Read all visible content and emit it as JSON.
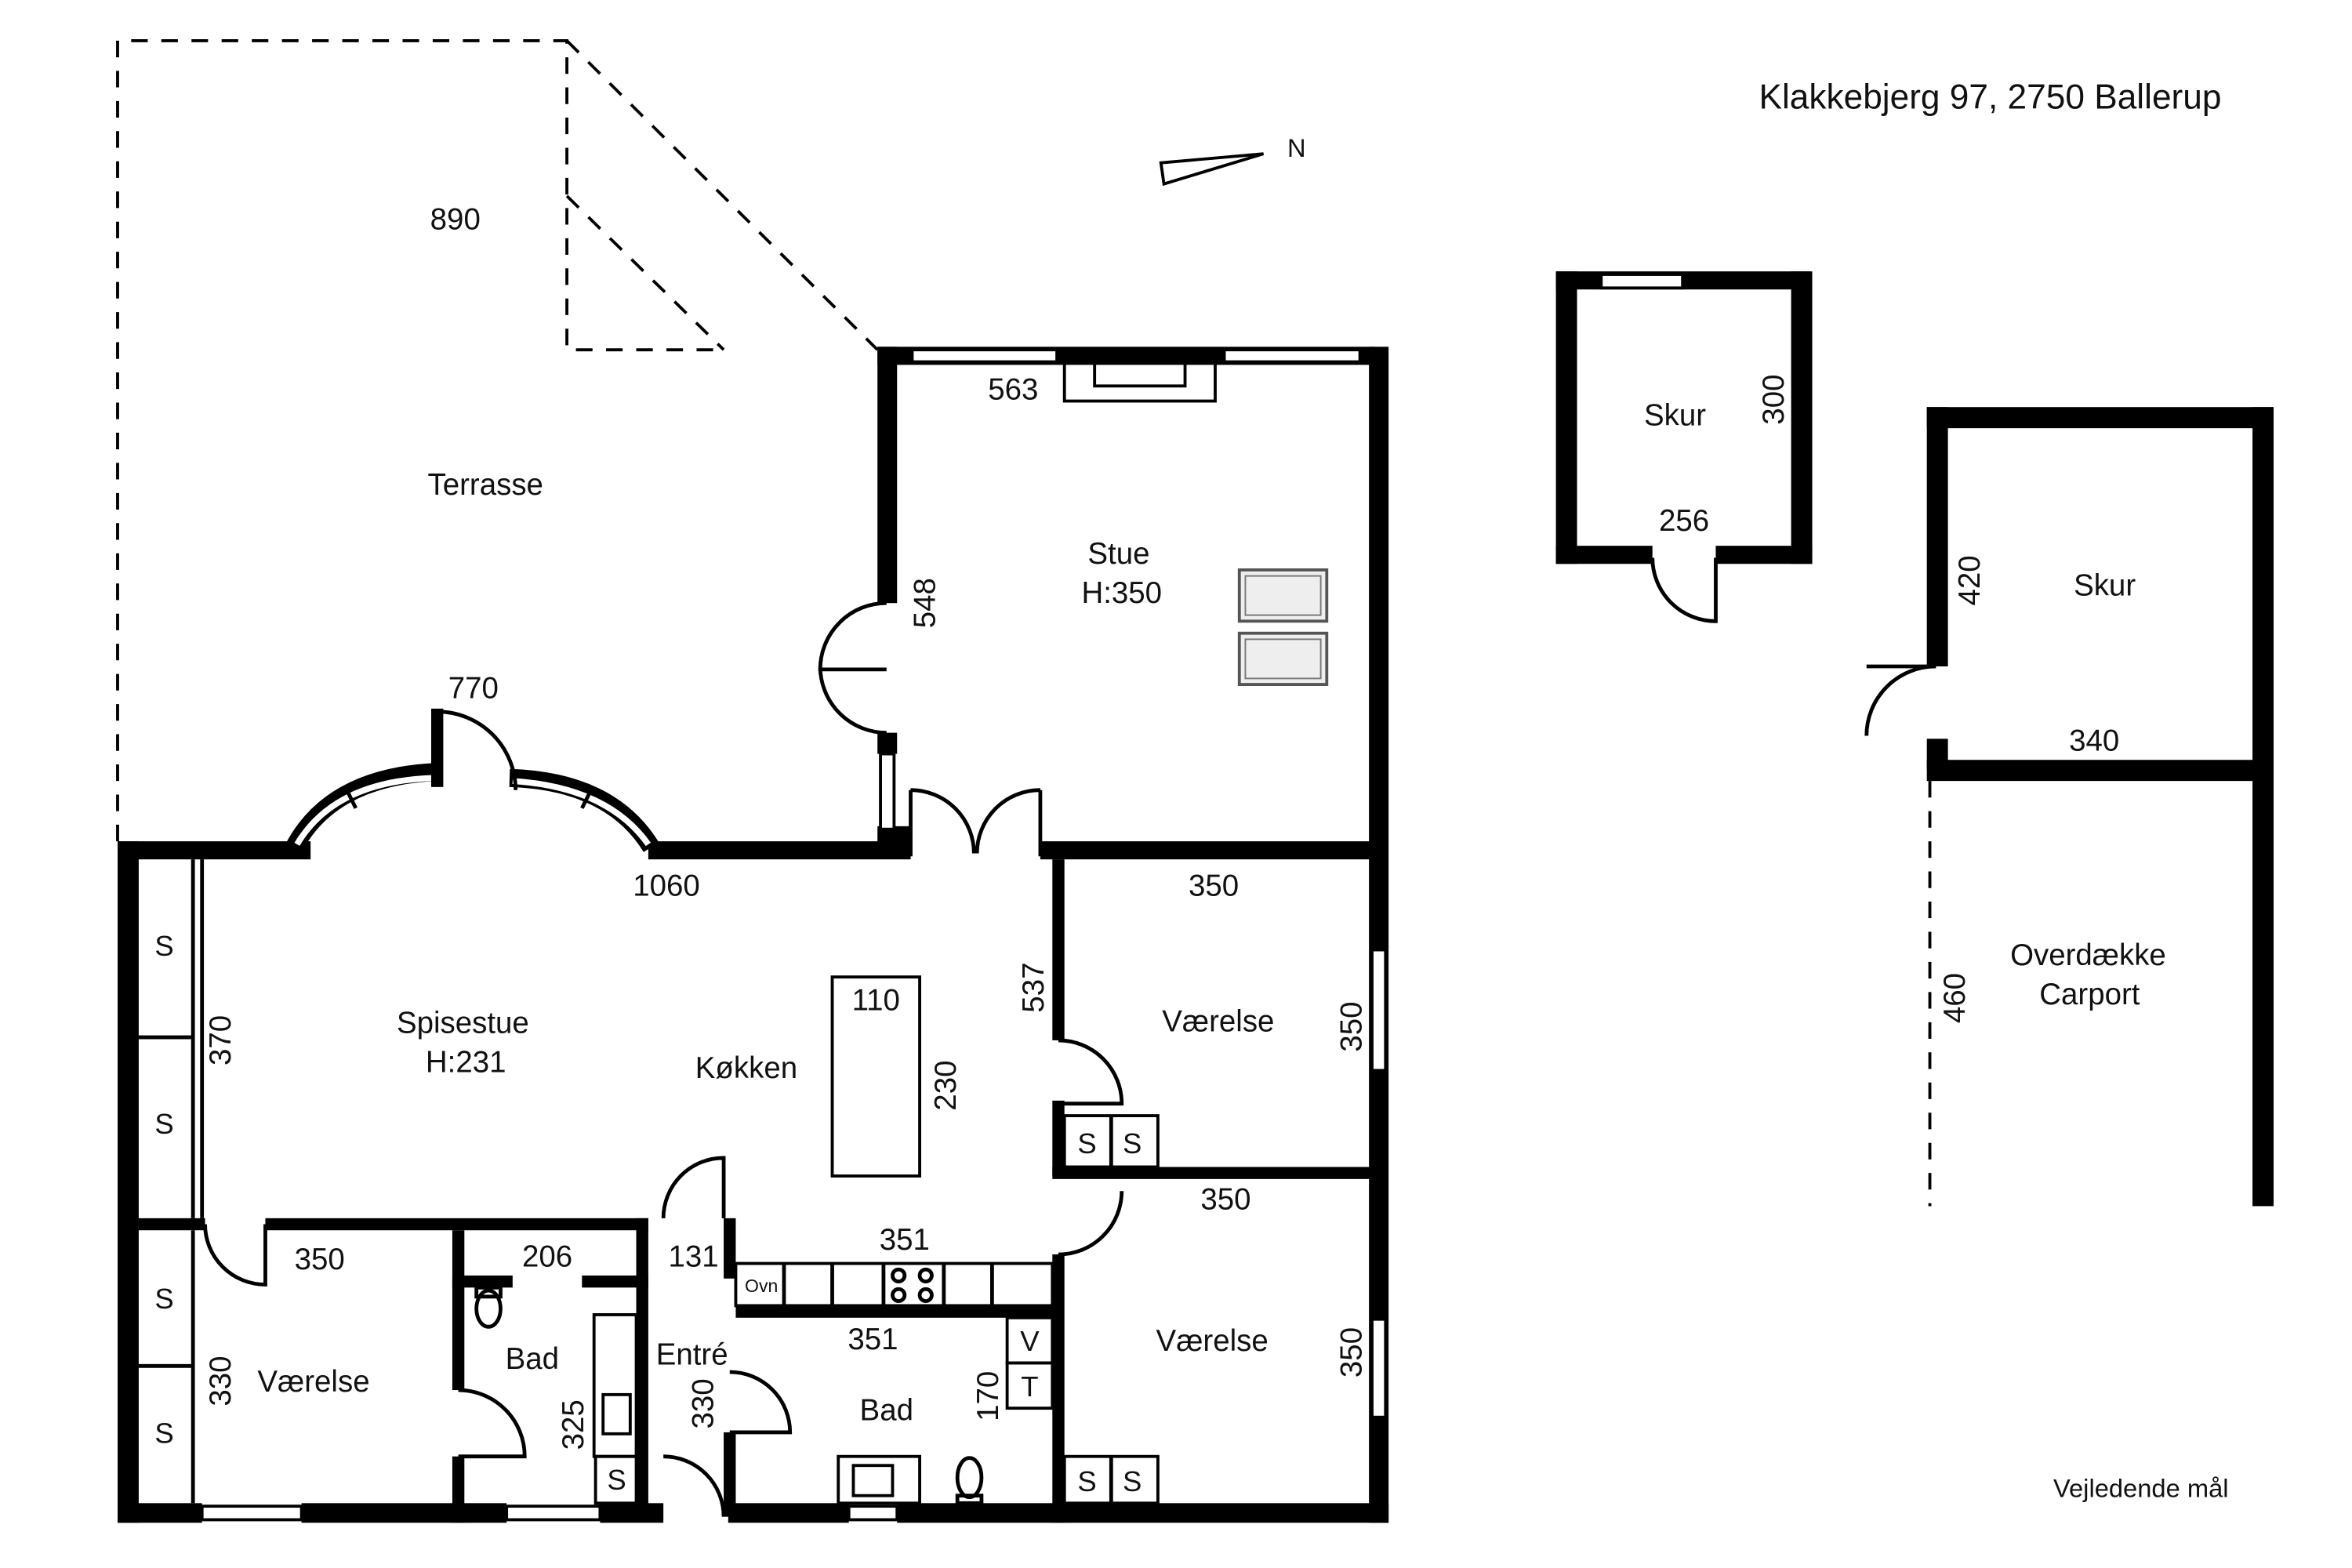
{
  "header": {
    "address": "Klakkebjerg 97, 2750 Ballerup"
  },
  "compass": {
    "label": "N"
  },
  "footer": {
    "note": "Vejledende mål"
  },
  "rooms": {
    "terrasse": "Terrasse",
    "stue": "Stue",
    "stue_height": "H:350",
    "spisestue": "Spisestue",
    "spisestue_height": "H:231",
    "kokken": "Køkken",
    "vaerelse": "Værelse",
    "bad": "Bad",
    "entre": "Entré",
    "skur": "Skur",
    "carport_line1": "Overdække",
    "carport_line2": "Carport"
  },
  "fixtures": {
    "cabinet": "S",
    "oven": "Ovn",
    "washer": "V",
    "dryer": "T"
  },
  "dimensions": {
    "terrace_top": "890",
    "terrace_bay": "770",
    "stue_width": "563",
    "stue_depth": "548",
    "house_width": "1060",
    "spisestue_depth": "370",
    "island_width": "110",
    "island_length": "230",
    "kitchen_side": "537",
    "vaerelse_ne_width": "350",
    "vaerelse_ne_depth": "350",
    "vaerelse_se_width": "350",
    "vaerelse_se_depth": "350",
    "vaerelse_sw_width": "350",
    "vaerelse_sw_depth": "330",
    "bad1_width": "206",
    "bad1_depth": "325",
    "entre_width": "131",
    "entre_depth": "330",
    "kitchen_counter": "351",
    "bad2_width": "351",
    "bad2_depth": "170",
    "skur1_depth": "300",
    "skur1_width": "256",
    "skur2_depth": "420",
    "skur2_width": "340",
    "carport_depth": "460"
  }
}
